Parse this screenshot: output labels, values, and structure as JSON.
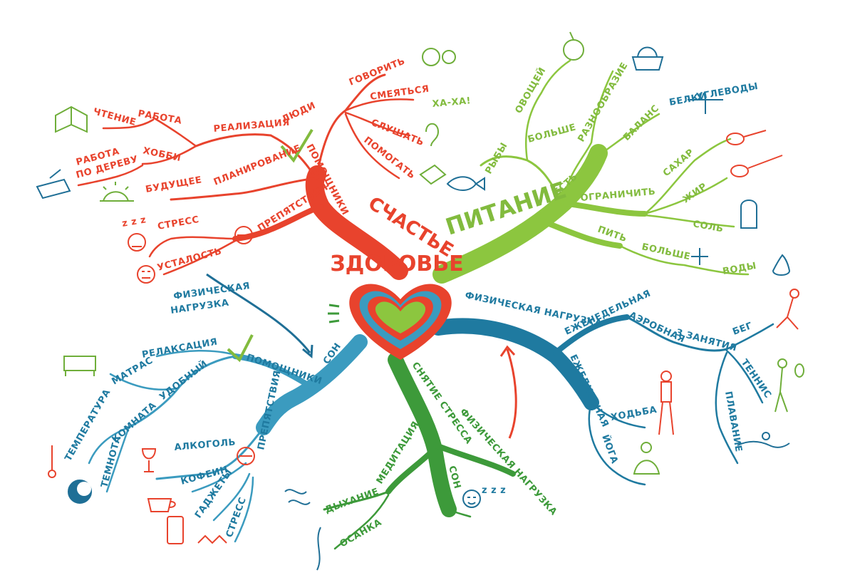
{
  "center": {
    "title": "ЗДОРОВЬЕ"
  },
  "happiness": {
    "title": "СЧАСТЬЕ",
    "people": "ЛЮДИ",
    "talk": "ГОВОРИТЬ",
    "laugh": "СМЕЯТЬСЯ",
    "haha": "ХА-ХА!",
    "listen": "СЛУШАТЬ",
    "help": "ПОМОГАТЬ",
    "helpers": "ПОМОЩНИКИ",
    "realization": "РЕАЛИЗАЦИЯ",
    "work": "РАБОТА",
    "reading": "ЧТЕНИЕ",
    "hobby": "ХОББИ",
    "wood_1": "РАБОТА",
    "wood_2": "ПО ДЕРЕВУ",
    "planning": "ПЛАНИРОВАНИЕ",
    "future": "БУДУЩЕЕ",
    "obstacles": "ПРЕПЯТСТВИЯ",
    "stress": "СТРЕСС",
    "fatigue": "УСТАЛОСТЬ",
    "zzz": "z z z"
  },
  "nutrition": {
    "title": "ПИТАНИЕ",
    "eat": "ЕСТЬ",
    "fish": "РЫБЫ",
    "vegetables": "ОВОЩЕЙ",
    "more": "БОЛЬШЕ",
    "variety": "РАЗНООБРАЗИЕ",
    "balance": "БАЛАНС",
    "proteins": "БЕЛКИ",
    "carbs": "УГЛЕВОДЫ",
    "limit": "ОГРАНИЧИТЬ",
    "sugar": "САХАР",
    "fat": "ЖИР",
    "salt": "СОЛЬ",
    "drink": "ПИТЬ",
    "more2": "БОЛЬШЕ",
    "water": "ВОДЫ"
  },
  "activity": {
    "title": "ФИЗИЧЕСКАЯ НАГРУЗКА",
    "weekly": "ЕЖЕНЕДЕЛЬНАЯ",
    "aerobic": "АЭРОБНАЯ",
    "sessions": "3 ЗАНЯТИЯ",
    "run": "БЕГ",
    "tennis": "ТЕННИС",
    "swim": "ПЛАВАНИЕ",
    "daily": "ЕЖЕДНЕВНАЯ",
    "walk": "ХОДЬБА",
    "yoga": "ЙОГА"
  },
  "relief": {
    "title": "СНЯТИЕ СТРЕССА",
    "activity": "ФИЗИЧЕСКАЯ НАГРУЗКА",
    "sleep": "СОН",
    "meditation": "МЕДИТАЦИЯ",
    "breathing": "ДЫХАНИЕ",
    "posture": "ОСАНКА",
    "zzz": "z z z"
  },
  "sleep": {
    "title": "СОН",
    "phys_1": "ФИЗИЧЕСКАЯ",
    "phys_2": "НАГРУЗКА",
    "helpers": "ПОМОЩНИКИ",
    "relax": "РЕЛАКСАЦИЯ",
    "comfy": "УДОБНЫЙ",
    "mattress": "МАТРАС",
    "room": "КОМНАТА",
    "temperature": "ТЕМПЕРАТУРА",
    "darkness": "ТЕМНОТА",
    "obstacles": "ПРЕПЯТСТВИЯ",
    "alcohol": "АЛКОГОЛЬ",
    "caffeine": "КОФЕИН",
    "gadgets": "ГАДЖЕТЫ",
    "stress": "СТРЕСС"
  },
  "colors": {
    "red": "#e8432d",
    "green": "#8cc63f",
    "blue": "#1f7aa0",
    "light_blue": "#3b9bbf",
    "dark_green": "#3d9a3a"
  }
}
